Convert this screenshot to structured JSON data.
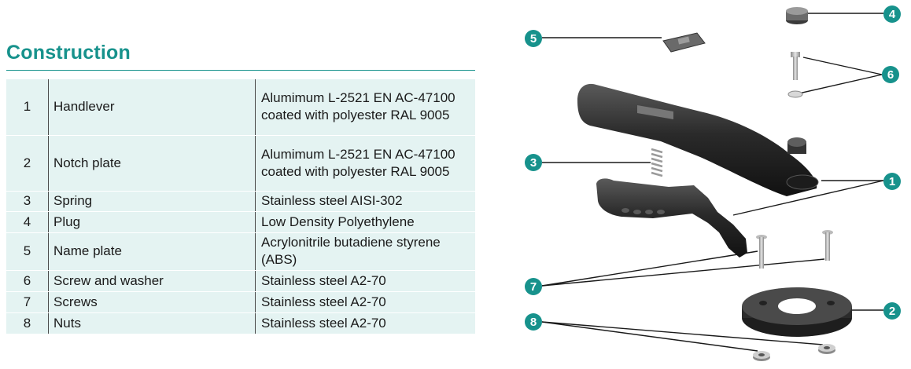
{
  "section_title": "Construction",
  "parts": [
    {
      "num": "1",
      "part": "Handlever",
      "material": "Alumimum L-2521 EN AC-47100 coated with polyester RAL 9005"
    },
    {
      "num": "2",
      "part": "Notch plate",
      "material": "Alumimum L-2521 EN AC-47100 coated with polyester RAL 9005"
    },
    {
      "num": "3",
      "part": "Spring",
      "material": "Stainless steel AISI-302"
    },
    {
      "num": "4",
      "part": "Plug",
      "material": "Low Density Polyethylene"
    },
    {
      "num": "5",
      "part": "Name plate",
      "material": "Acrylonitrile butadiene styrene (ABS)"
    },
    {
      "num": "6",
      "part": "Screw and washer",
      "material": "Stainless steel A2-70"
    },
    {
      "num": "7",
      "part": "Screws",
      "material": "Stainless steel A2-70"
    },
    {
      "num": "8",
      "part": "Nuts",
      "material": "Stainless steel A2-70"
    }
  ],
  "callouts": {
    "c1": "1",
    "c2": "2",
    "c3": "3",
    "c4": "4",
    "c5": "5",
    "c6": "6",
    "c7": "7",
    "c8": "8"
  },
  "colors": {
    "accent": "#17928c",
    "table_bg": "#e4f3f2"
  }
}
